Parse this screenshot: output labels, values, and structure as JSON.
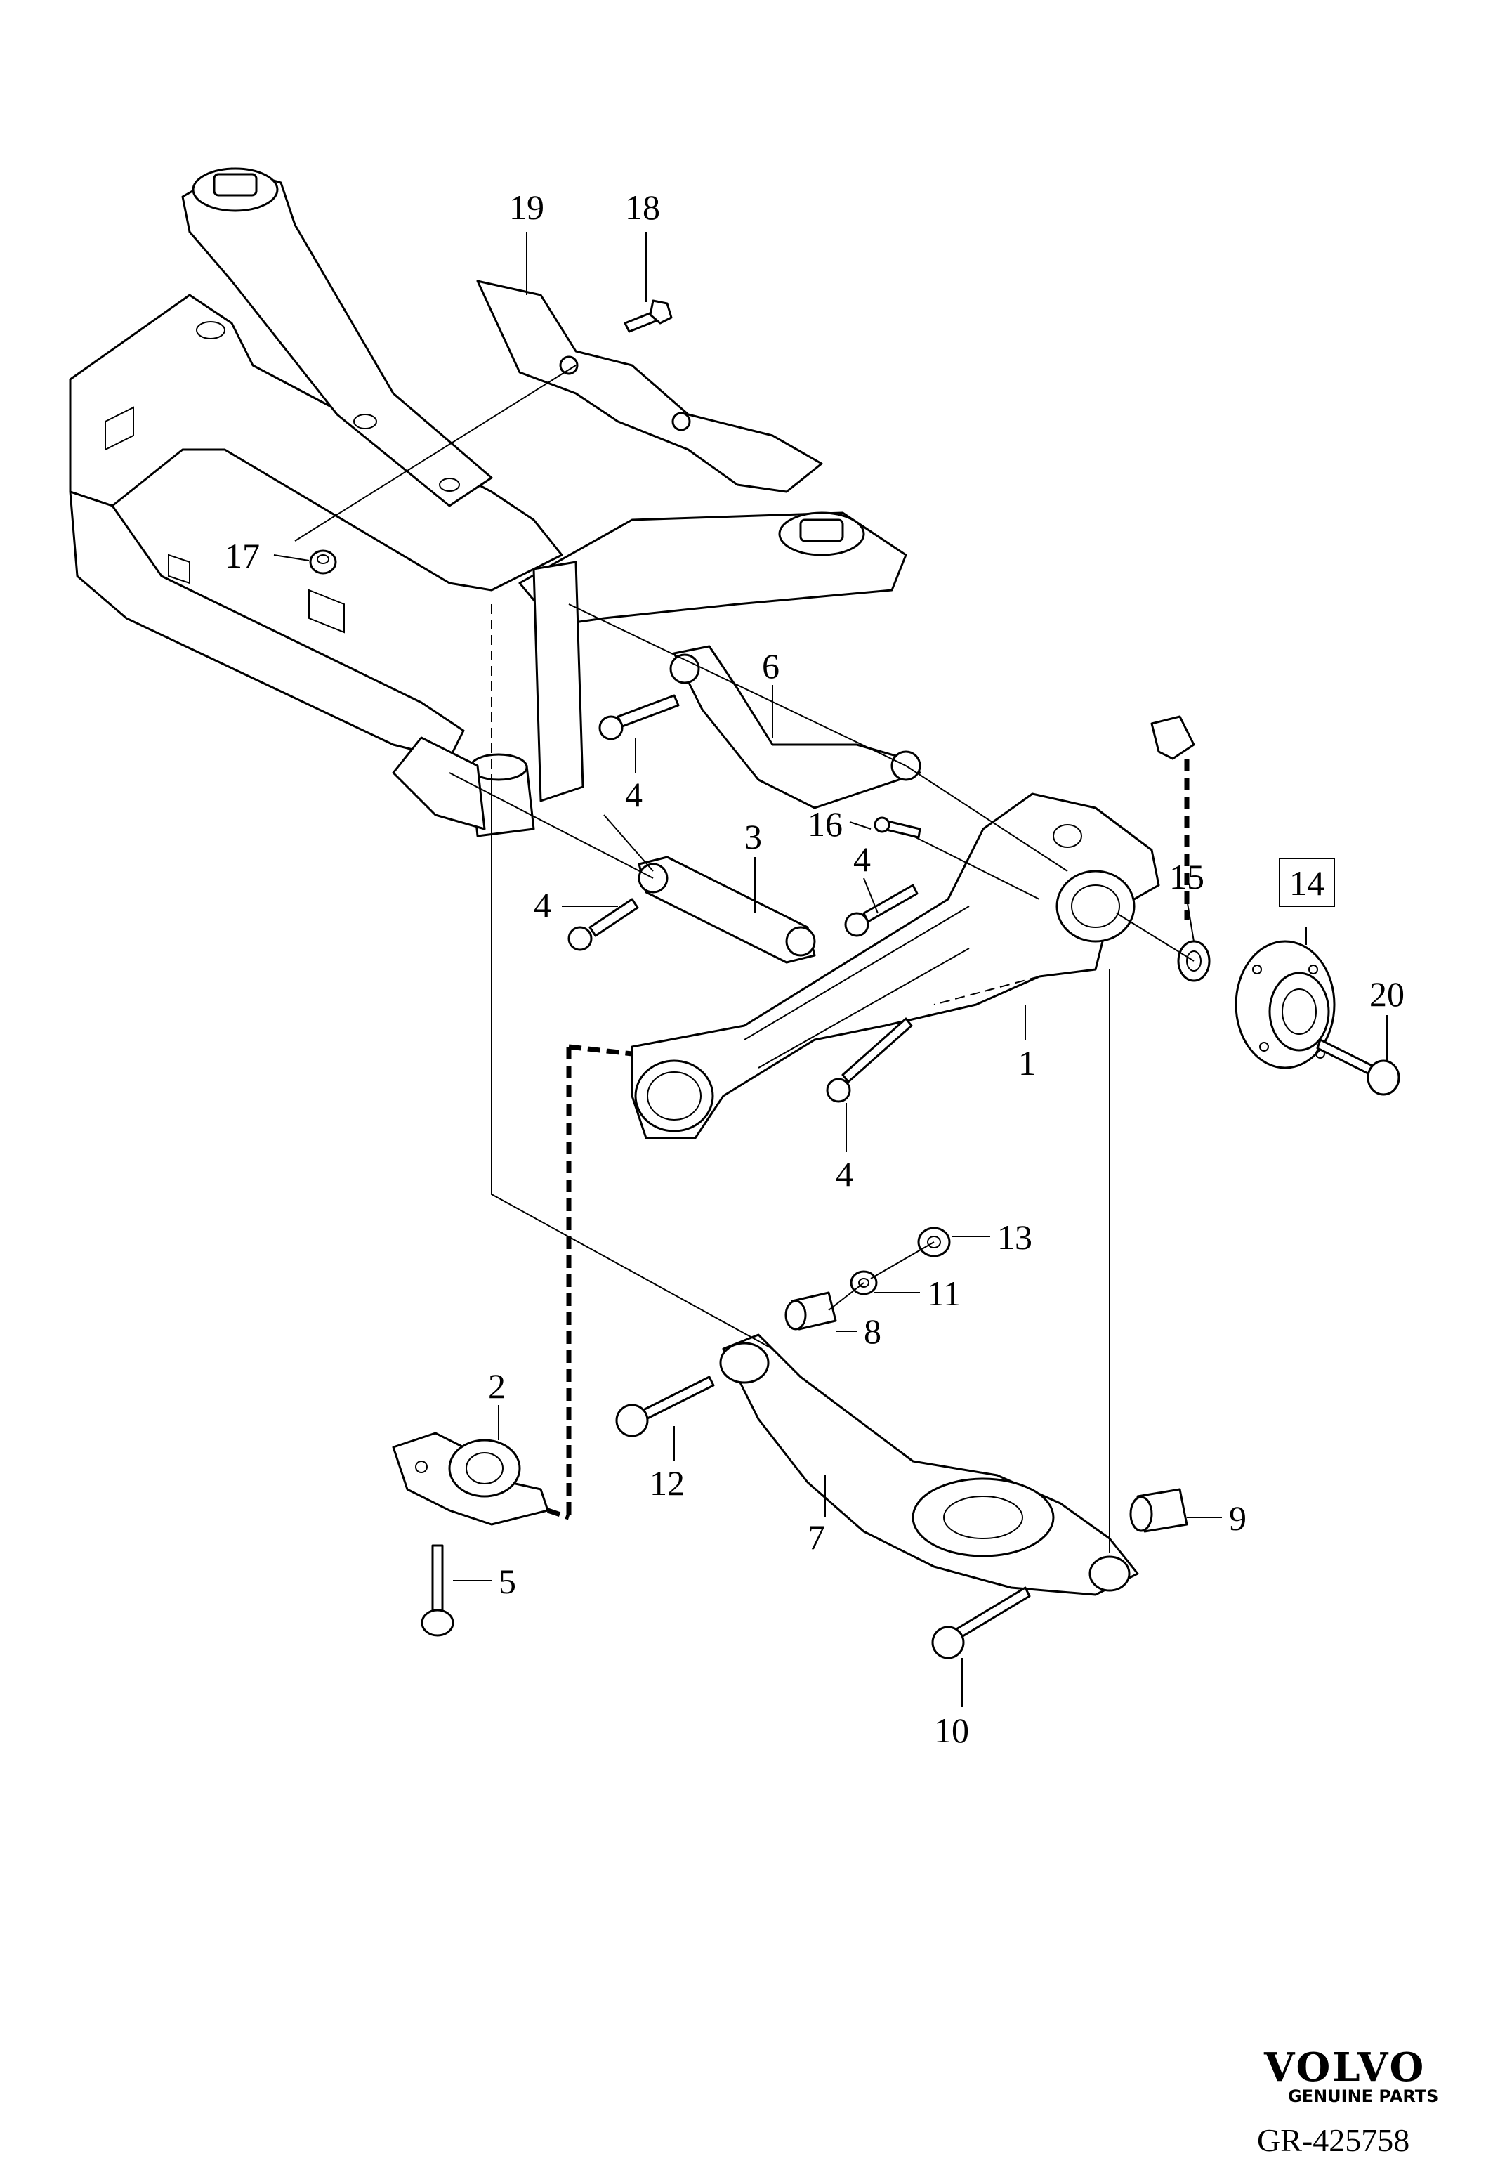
{
  "callouts": {
    "c1": "1",
    "c2": "2",
    "c3": "3",
    "c4a": "4",
    "c4b": "4",
    "c4c": "4",
    "c4d": "4",
    "c5": "5",
    "c6": "6",
    "c7": "7",
    "c8": "8",
    "c9": "9",
    "c10": "10",
    "c11": "11",
    "c12": "12",
    "c13": "13",
    "c14": "14",
    "c15": "15",
    "c16": "16",
    "c17": "17",
    "c18": "18",
    "c19": "19",
    "c20": "20"
  },
  "brand": {
    "name": "VOLVO",
    "tagline": "GENUINE PARTS"
  },
  "reference": "GR-425758"
}
